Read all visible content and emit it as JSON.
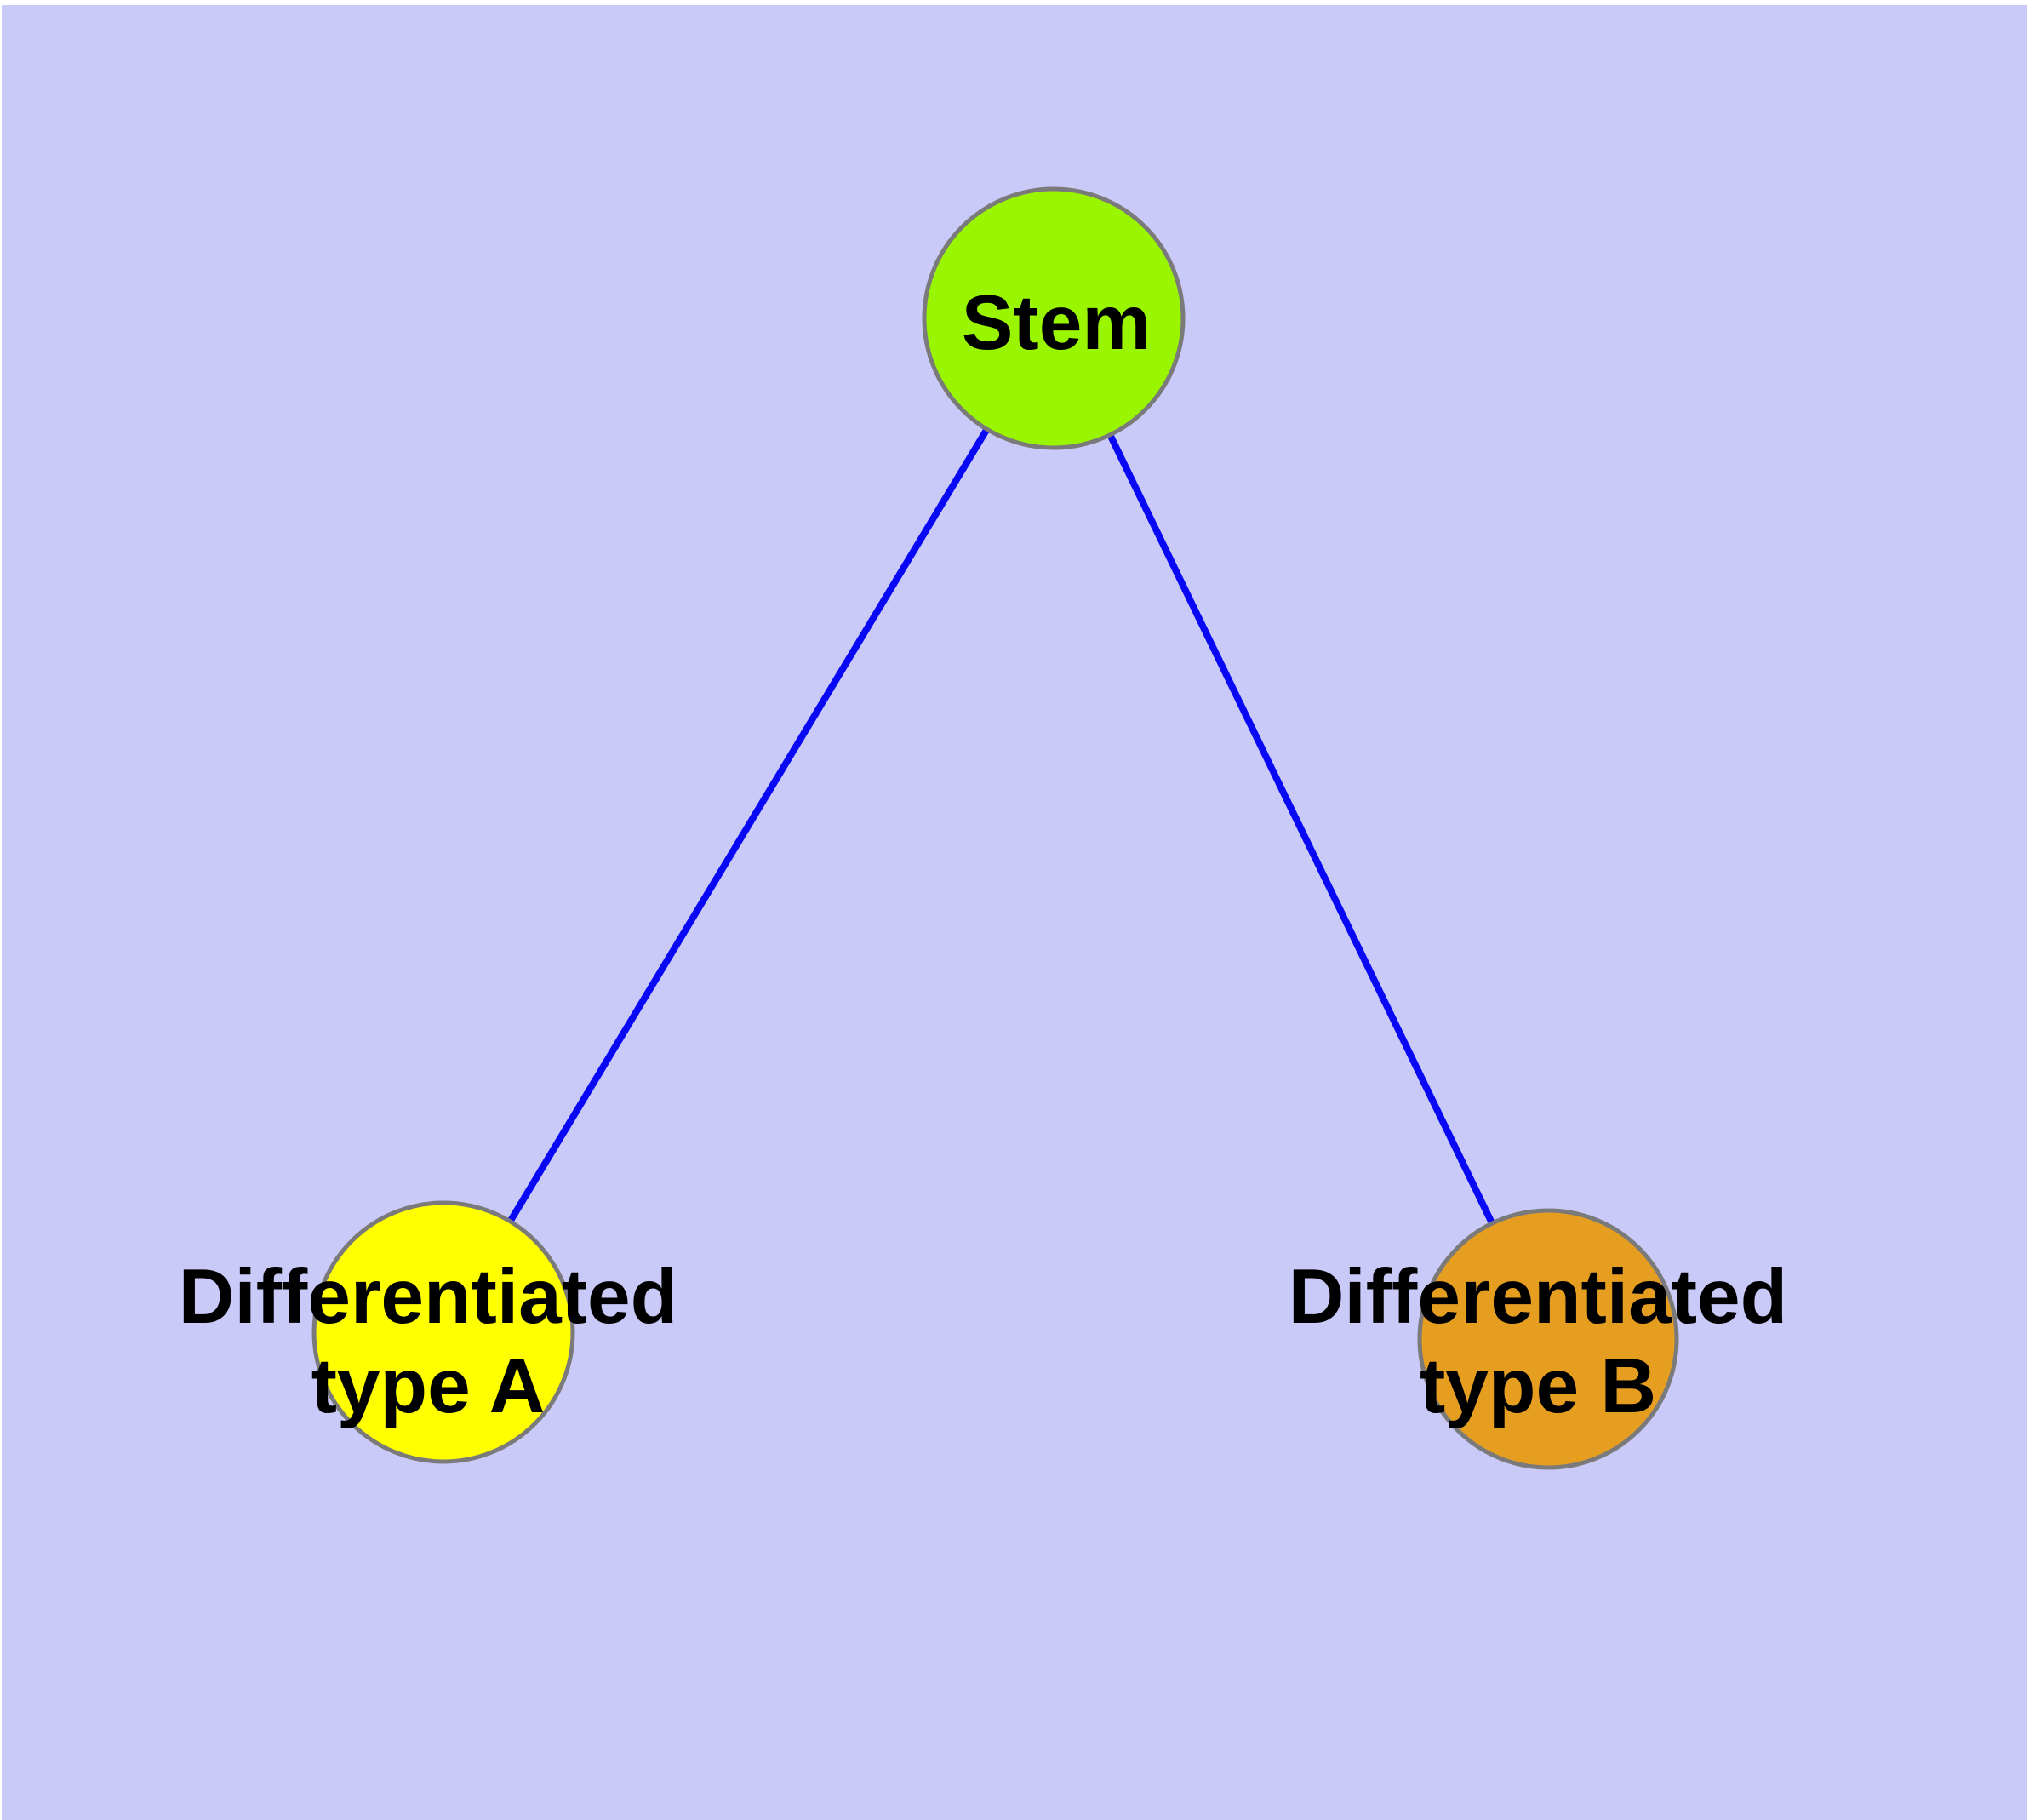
{
  "diagram": {
    "background_color": "#CACAF8",
    "margin_color": "#FFFFFF",
    "edge_color": "#0808F5",
    "node_border_color": "#7A7A7A",
    "label_color": "#000000",
    "nodes": [
      {
        "id": "stem",
        "label": "Stem",
        "fill": "#99F500"
      },
      {
        "id": "differentiated-type-a",
        "label_line1": "Differentiated",
        "label_line2": "type A",
        "fill": "#FFFF00"
      },
      {
        "id": "differentiated-type-b",
        "label_line1": "Differentiated",
        "label_line2": "type B",
        "fill": "#E69E20"
      }
    ],
    "edges": [
      {
        "from": "Stem",
        "to": "Differentiated type A"
      },
      {
        "from": "Stem",
        "to": "Differentiated type B"
      }
    ]
  }
}
